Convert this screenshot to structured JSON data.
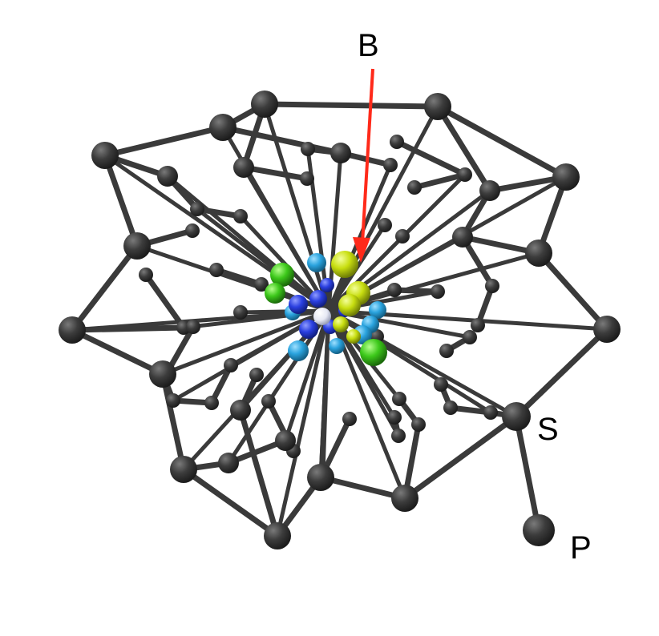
{
  "labels": {
    "b": "B",
    "s": "S",
    "p": "P"
  },
  "colors": {
    "bond": "#3a3a3a",
    "atom_dark": "#3c3c3c",
    "arrow": "#ff2a1a",
    "sky": "#2aa3de",
    "blue": "#2a3fe0",
    "yellow": "#c8de10",
    "green": "#3cc81a",
    "white": "#e6e8f4"
  }
}
